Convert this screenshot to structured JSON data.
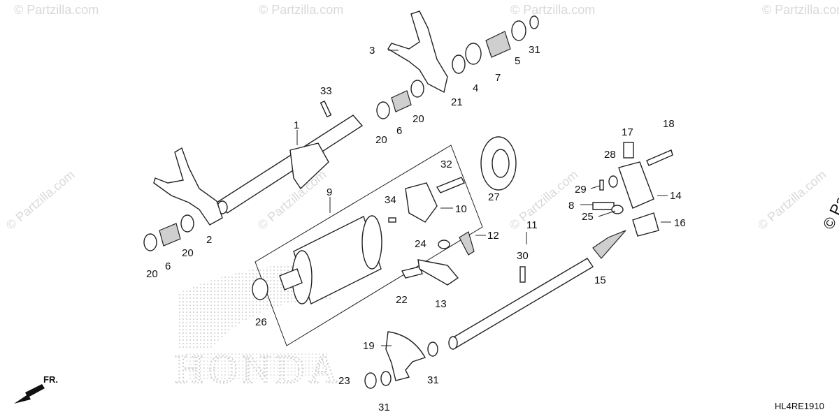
{
  "diagram_code": "HL4RE1910",
  "copyright": "© Partzilla.com",
  "watermark_text": "© Partzilla.com",
  "brand_text": "HONDA",
  "direction_label": "FR.",
  "callouts": {
    "c1": "1",
    "c2": "2",
    "c3": "3",
    "c4": "4",
    "c5": "5",
    "c6a": "6",
    "c6b": "6",
    "c7": "7",
    "c8": "8",
    "c9": "9",
    "c10": "10",
    "c11": "11",
    "c12": "12",
    "c13": "13",
    "c14": "14",
    "c15": "15",
    "c16": "16",
    "c17": "17",
    "c18": "18",
    "c19": "19",
    "c20a": "20",
    "c20b": "20",
    "c20c": "20",
    "c20d": "20",
    "c21": "21",
    "c22": "22",
    "c23": "23",
    "c24": "24",
    "c25": "25",
    "c26": "26",
    "c27": "27",
    "c28": "28",
    "c29": "29",
    "c30": "30",
    "c31a": "31",
    "c31b": "31",
    "c31c": "31",
    "c32": "32",
    "c33": "33",
    "c34": "34"
  },
  "colors": {
    "ink": "#222222",
    "watermark": "#d9d9d9",
    "logo_dots": "#cfcfcf"
  }
}
